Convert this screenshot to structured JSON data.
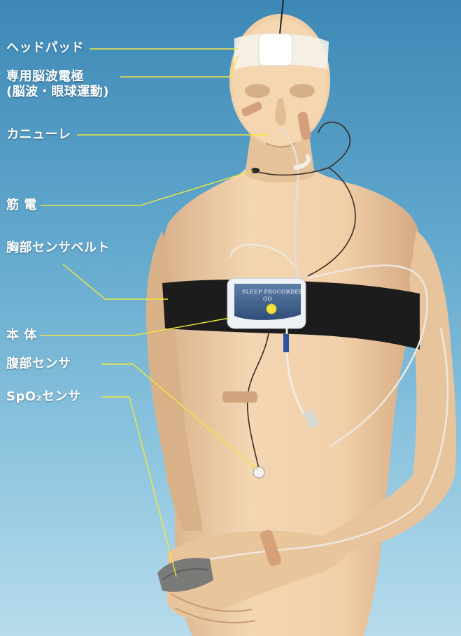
{
  "labels": {
    "headpad": "ヘッドパッド",
    "eeg_line1": "専用脳波電極",
    "eeg_line2": "(脳波・眼球運動)",
    "cannula": "カニューレ",
    "emg": "筋 電",
    "chest_belt": "胸部センサベルト",
    "main_unit": "本 体",
    "abdominal": "腹部センサ",
    "spo2": "SpO₂センサ"
  },
  "device": {
    "brand_line1": "SLEEP PROCORDER",
    "brand_line2": "GO"
  },
  "colors": {
    "background_top": "#3d88b6",
    "label_text": "#ffffff",
    "leader_line": "#f2e83a",
    "skin": "#f0cfa6",
    "belt": "#1c1c1c"
  }
}
